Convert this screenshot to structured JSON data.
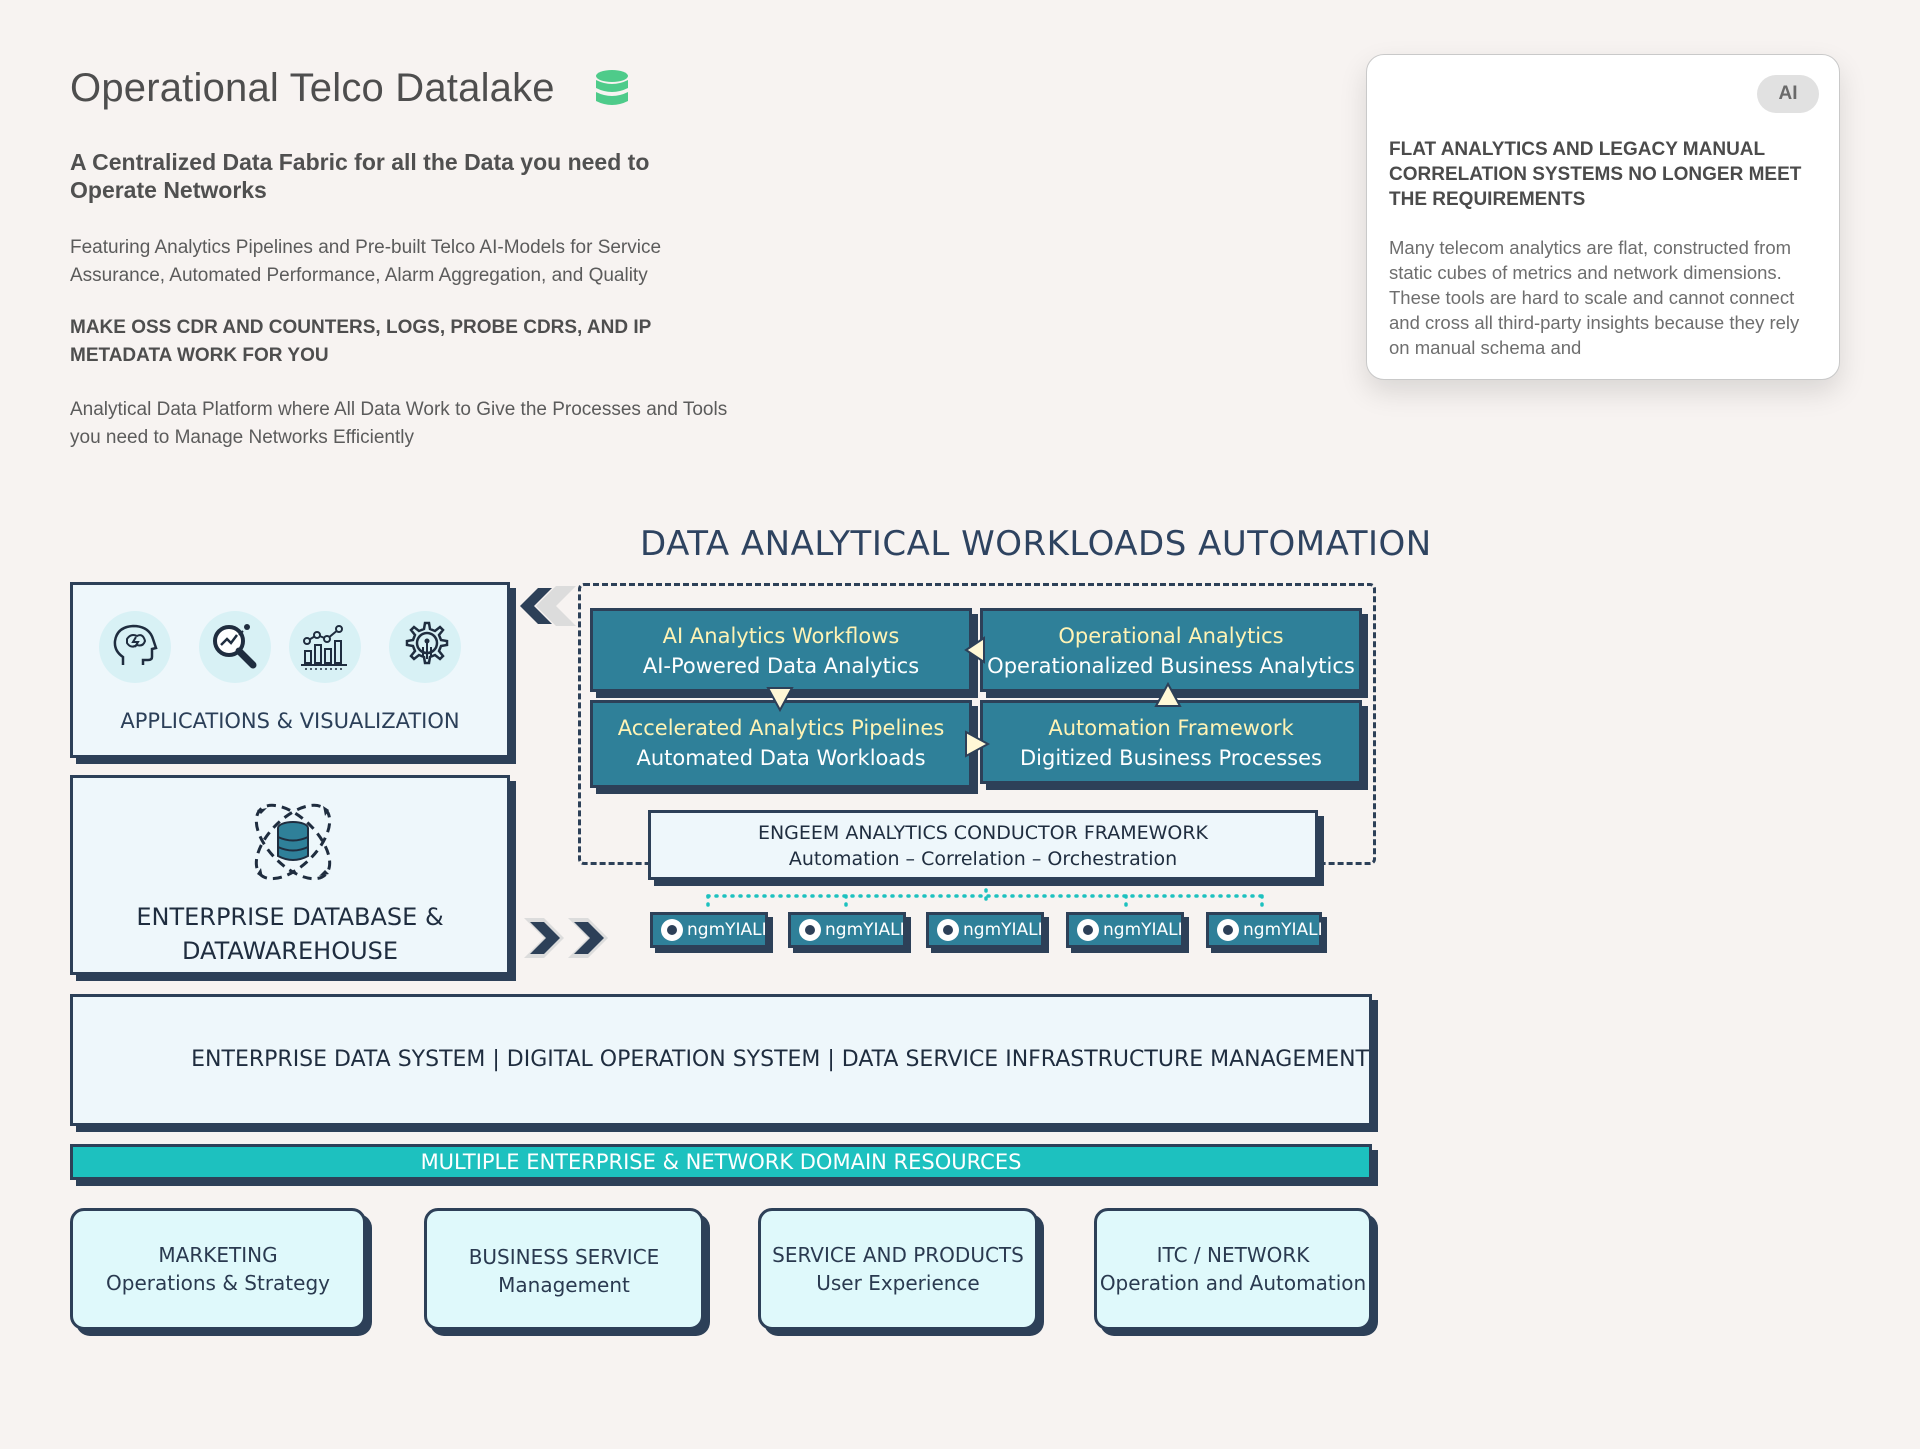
{
  "header": {
    "title": "Operational Telco Datalake",
    "subtitle": "A Centralized Data Fabric for all the Data you need to Operate Networks",
    "description": "Featuring Analytics Pipelines and Pre-built Telco AI-Models for Service Assurance, Automated Performance, Alarm Aggregation, and Quality",
    "highlight": "MAKE OSS CDR AND COUNTERS, LOGS, PROBE CDRS, AND IP METADATA WORK FOR YOU",
    "description2": "Analytical Data Platform where All Data Work to Give the Processes and Tools you need to Manage Networks Efficiently",
    "icon": "database-icon",
    "icon_color": "#4ecb8a"
  },
  "card": {
    "badge": "AI",
    "heading": "Flat Analytics and Legacy Manual Correlation Systems No Longer Meet the Requirements",
    "body": "Many telecom analytics are flat, constructed from static cubes of metrics and network dimensions. These tools are hard to scale and cannot connect and cross all third-party insights because they rely on manual schema and"
  },
  "diagram": {
    "title": "DATA ANALYTICAL WORKLOADS AUTOMATION",
    "apps": {
      "label": "APPLICATIONS & VISUALIZATION",
      "icons": [
        "brain-head-icon",
        "search-analytics-icon",
        "growth-chart-icon",
        "gear-circuit-icon"
      ]
    },
    "edw": {
      "line1": "ENTERPRISE DATABASE &",
      "line2": "DATAWAREHOUSE",
      "icon": "database-orbit-icon"
    },
    "tiles": [
      {
        "title": "AI Analytics Workflows",
        "subtitle": "AI-Powered Data Analytics"
      },
      {
        "title": "Operational Analytics",
        "subtitle": "Operationalized Business Analytics"
      },
      {
        "title": "Accelerated Analytics Pipelines",
        "subtitle": "Automated Data Workloads"
      },
      {
        "title": "Automation Framework",
        "subtitle": "Digitized Business Processes"
      }
    ],
    "conductor": {
      "title": "ENGEEM ANALYTICS CONDUCTOR FRAMEWORK",
      "subtitle": "Automation – Correlation – Orchestration"
    },
    "nodes": [
      "ngmYIALI",
      "ngmYIALI",
      "ngmYIALI",
      "ngmYIALI",
      "ngmYIALI"
    ],
    "eds_label": "ENTERPRISE DATA SYSTEM | DIGITAL OPERATION SYSTEM | DATA SERVICE INFRASTRUCTURE MANAGEMENT",
    "resources_label": "MULTIPLE ENTERPRISE & NETWORK DOMAIN RESOURCES",
    "domains": [
      {
        "line1": "MARKETING",
        "line2": "Operations & Strategy"
      },
      {
        "line1": "BUSINESS SERVICE",
        "line2": "Management"
      },
      {
        "line1": "SERVICE AND PRODUCTS",
        "line2": "User Experience"
      },
      {
        "line1": "ITC / NETWORK",
        "line2": "Operation and Automation"
      }
    ],
    "colors": {
      "navy": "#2d4058",
      "tile": "#2f8099",
      "teal_bar": "#1dc1bf",
      "tile_title": "#fff3b5",
      "panel_bg": "#eef7fb",
      "domain_bg": "#dff9fb"
    }
  }
}
